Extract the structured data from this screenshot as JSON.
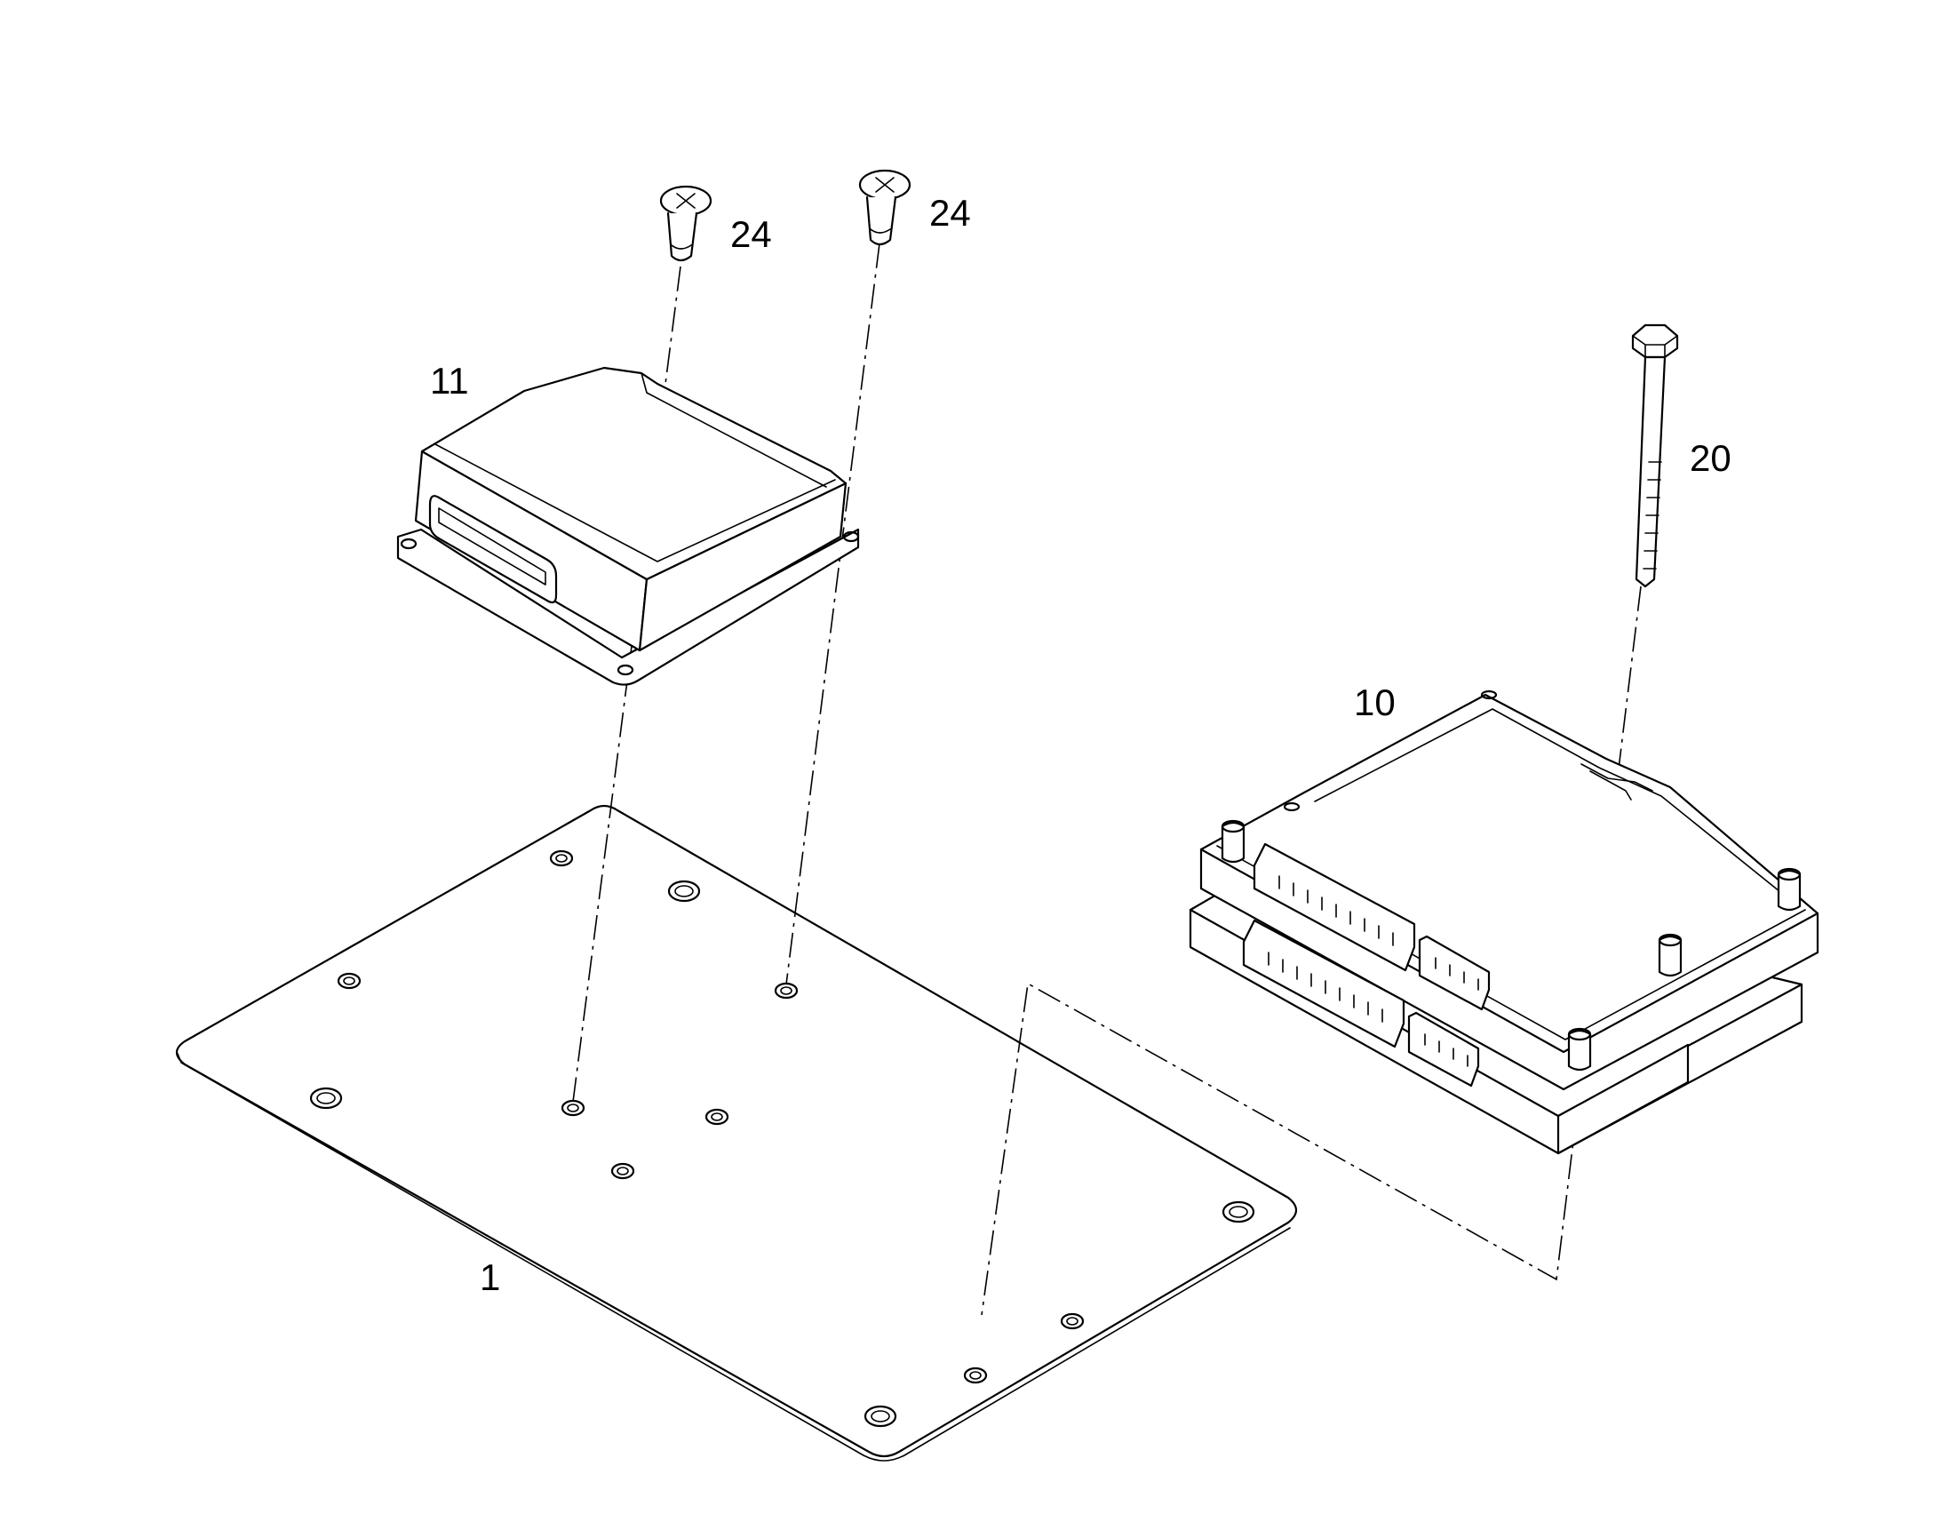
{
  "callouts": {
    "plate": "1",
    "ecu_large": "10",
    "ecu_small": "11",
    "bolt": "20",
    "screw_left": "24",
    "screw_right": "24"
  }
}
